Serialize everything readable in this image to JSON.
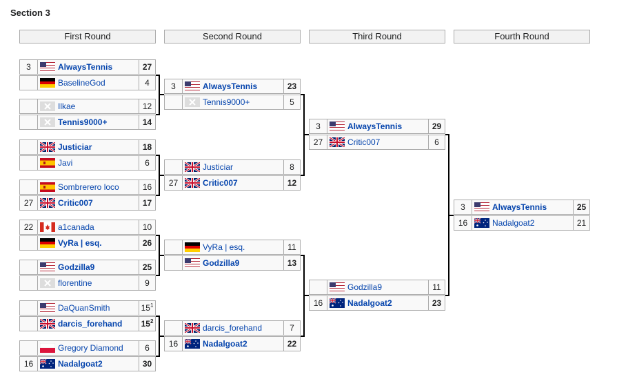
{
  "section_title": "Section 3",
  "rounds": [
    "First Round",
    "Second Round",
    "Third Round",
    "Fourth Round"
  ],
  "matches": {
    "r1": [
      [
        {
          "seed": "3",
          "name": "AlwaysTennis",
          "flag": "us",
          "score": "27",
          "win": true
        },
        {
          "seed": "",
          "name": "BaselineGod",
          "flag": "de",
          "score": "4",
          "win": false
        }
      ],
      [
        {
          "seed": "",
          "name": "Ilkae",
          "flag": "none",
          "score": "12",
          "win": false
        },
        {
          "seed": "",
          "name": "Tennis9000+",
          "flag": "none",
          "score": "14",
          "win": true
        }
      ],
      [
        {
          "seed": "",
          "name": "Justiciar",
          "flag": "gb",
          "score": "18",
          "win": true
        },
        {
          "seed": "",
          "name": "Javi",
          "flag": "es",
          "score": "6",
          "win": false
        }
      ],
      [
        {
          "seed": "",
          "name": "Sombrerero loco",
          "flag": "es",
          "score": "16",
          "win": false
        },
        {
          "seed": "27",
          "name": "Critic007",
          "flag": "gb",
          "score": "17",
          "win": true
        }
      ],
      [
        {
          "seed": "22",
          "name": "a1canada",
          "flag": "ca",
          "score": "10",
          "win": false
        },
        {
          "seed": "",
          "name": "VyRa | esq.",
          "flag": "de",
          "score": "26",
          "win": true
        }
      ],
      [
        {
          "seed": "",
          "name": "Godzilla9",
          "flag": "us",
          "score": "25",
          "win": true
        },
        {
          "seed": "",
          "name": "florentine",
          "flag": "none",
          "score": "9",
          "win": false
        }
      ],
      [
        {
          "seed": "",
          "name": "DaQuanSmith",
          "flag": "us",
          "score": "15",
          "sup": "1",
          "win": false
        },
        {
          "seed": "",
          "name": "darcis_forehand",
          "flag": "gb",
          "score": "15",
          "sup": "2",
          "win": true
        }
      ],
      [
        {
          "seed": "",
          "name": "Gregory Diamond",
          "flag": "pl",
          "score": "6",
          "win": false
        },
        {
          "seed": "16",
          "name": "Nadalgoat2",
          "flag": "au",
          "score": "30",
          "win": true
        }
      ]
    ],
    "r2": [
      [
        {
          "seed": "3",
          "name": "AlwaysTennis",
          "flag": "us",
          "score": "23",
          "win": true
        },
        {
          "seed": "",
          "name": "Tennis9000+",
          "flag": "none",
          "score": "5",
          "win": false
        }
      ],
      [
        {
          "seed": "",
          "name": "Justiciar",
          "flag": "gb",
          "score": "8",
          "win": false
        },
        {
          "seed": "27",
          "name": "Critic007",
          "flag": "gb",
          "score": "12",
          "win": true
        }
      ],
      [
        {
          "seed": "",
          "name": "VyRa | esq.",
          "flag": "de",
          "score": "11",
          "win": false
        },
        {
          "seed": "",
          "name": "Godzilla9",
          "flag": "us",
          "score": "13",
          "win": true
        }
      ],
      [
        {
          "seed": "",
          "name": "darcis_forehand",
          "flag": "gb",
          "score": "7",
          "win": false
        },
        {
          "seed": "16",
          "name": "Nadalgoat2",
          "flag": "au",
          "score": "22",
          "win": true
        }
      ]
    ],
    "r3": [
      [
        {
          "seed": "3",
          "name": "AlwaysTennis",
          "flag": "us",
          "score": "29",
          "win": true
        },
        {
          "seed": "27",
          "name": "Critic007",
          "flag": "gb",
          "score": "6",
          "win": false
        }
      ],
      [
        {
          "seed": "",
          "name": "Godzilla9",
          "flag": "us",
          "score": "11",
          "win": false
        },
        {
          "seed": "16",
          "name": "Nadalgoat2",
          "flag": "au",
          "score": "23",
          "win": true
        }
      ]
    ],
    "r4": [
      [
        {
          "seed": "3",
          "name": "AlwaysTennis",
          "flag": "us",
          "score": "25",
          "win": true
        },
        {
          "seed": "16",
          "name": "Nadalgoat2",
          "flag": "au",
          "score": "21",
          "win": false
        }
      ]
    ]
  }
}
